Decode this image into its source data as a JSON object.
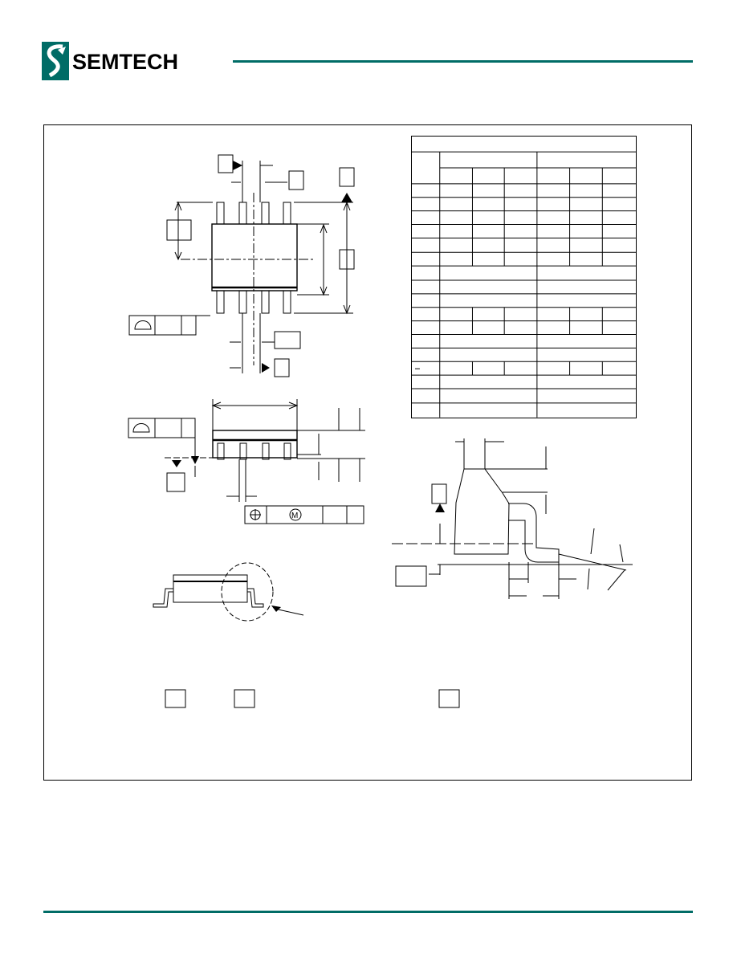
{
  "brand": {
    "name": "SEMTECH",
    "color": "#006c66"
  },
  "dimension_table": {
    "rows": 17,
    "cols": 7
  }
}
